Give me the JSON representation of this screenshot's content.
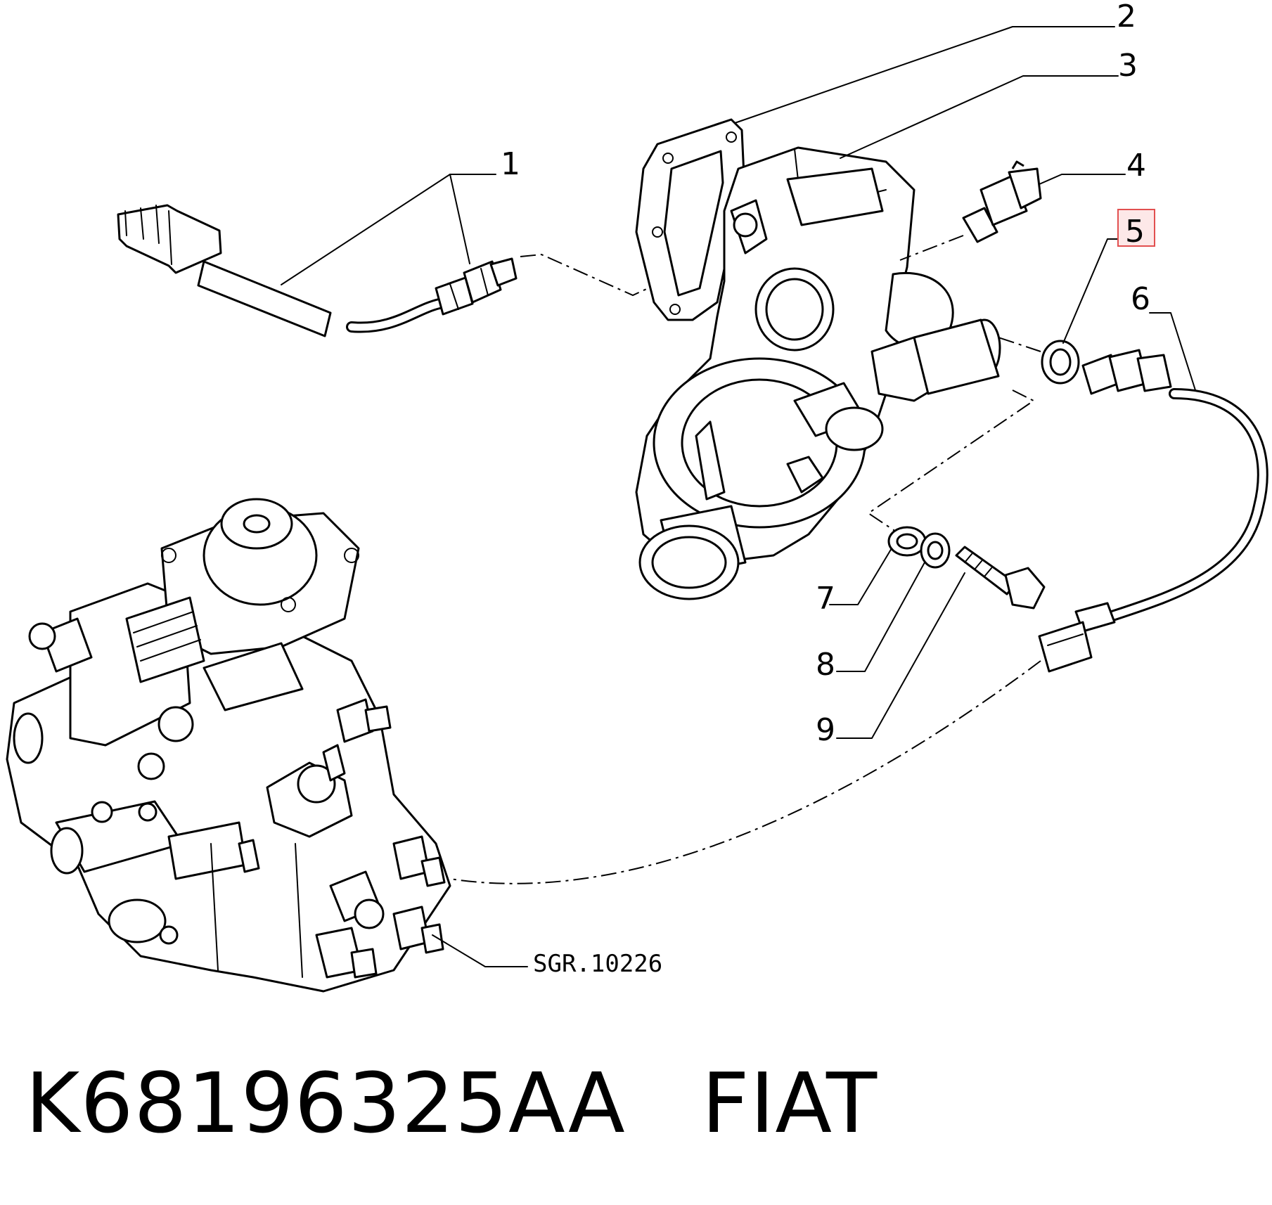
{
  "callouts": {
    "c1": "1",
    "c2": "2",
    "c3": "3",
    "c4": "4",
    "c5": "5",
    "c6": "6",
    "c7": "7",
    "c8": "8",
    "c9": "9"
  },
  "highlighted_callout": "5",
  "reference_code": "SGR.10226",
  "footer": {
    "part_number": "K68196325AA",
    "brand": "FIAT"
  },
  "colors": {
    "highlight_fill": "#fde8e8",
    "highlight_border": "#e25050",
    "ink": "#000000"
  }
}
